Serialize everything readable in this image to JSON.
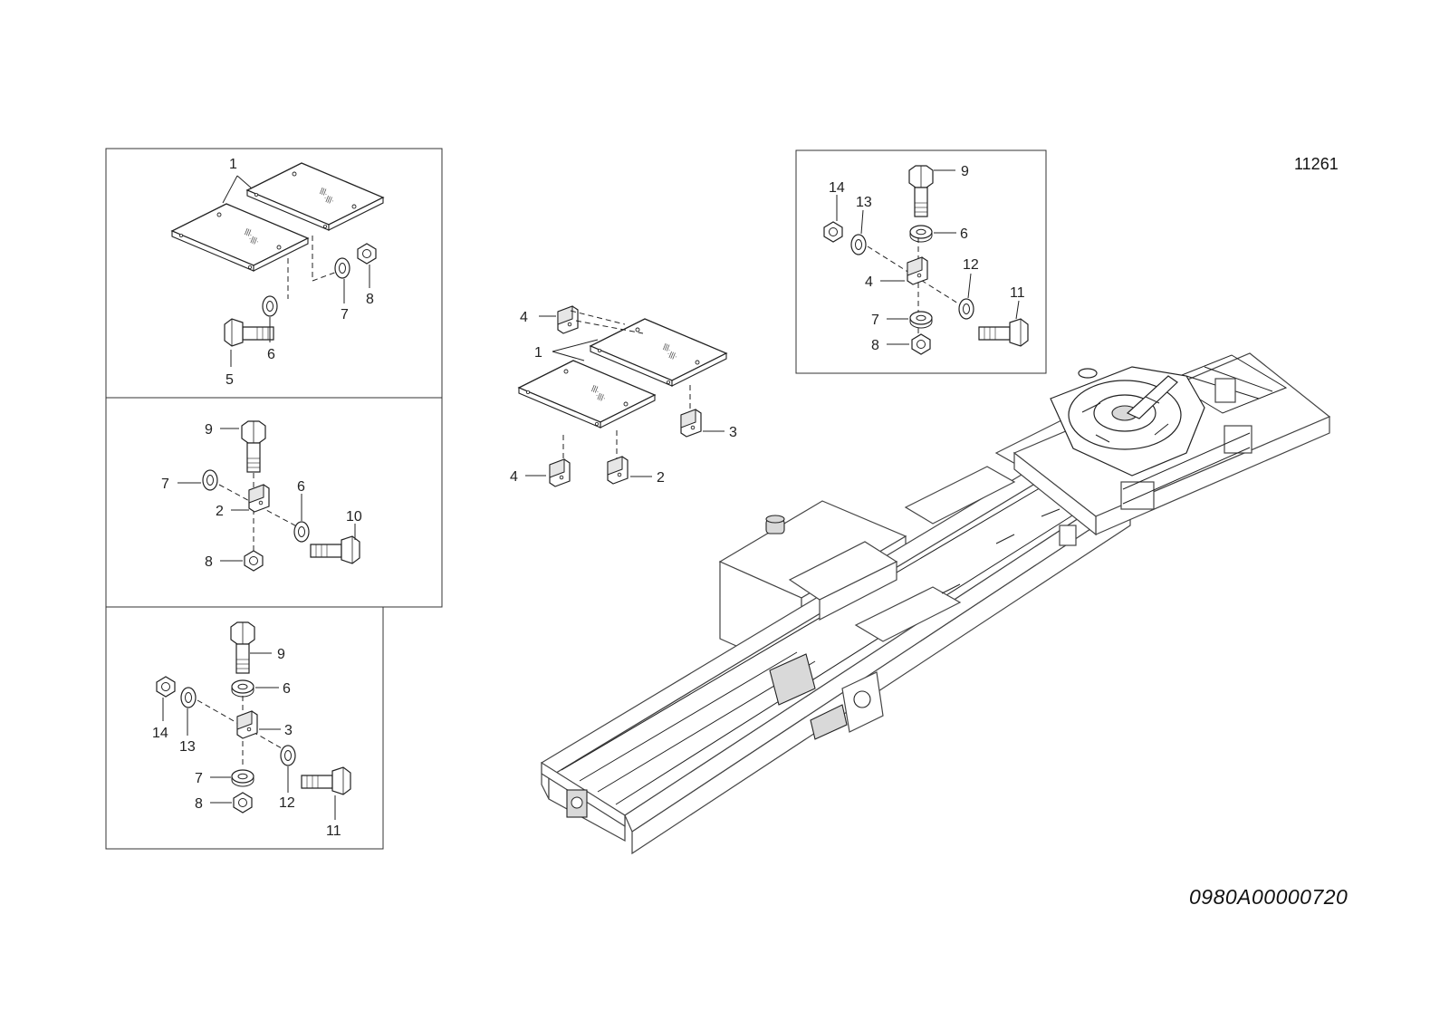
{
  "diagram": {
    "diagram_id": "11261",
    "drawing_code": "0980A00000720"
  },
  "callouts": {
    "panel_a": {
      "c1": "1",
      "c5": "5",
      "c6": "6",
      "c7": "7",
      "c8": "8"
    },
    "panel_b": {
      "c9": "9",
      "c7": "7",
      "c2": "2",
      "c6": "6",
      "c10": "10",
      "c8": "8"
    },
    "panel_c": {
      "c9": "9",
      "c6": "6",
      "c14": "14",
      "c13": "13",
      "c3": "3",
      "c7": "7",
      "c8": "8",
      "c12": "12",
      "c11": "11"
    },
    "center": {
      "c4a": "4",
      "c1": "1",
      "c3": "3",
      "c4b": "4",
      "c2": "2"
    },
    "panel_d": {
      "c9": "9",
      "c14": "14",
      "c13": "13",
      "c6": "6",
      "c4": "4",
      "c12": "12",
      "c11": "11",
      "c7": "7",
      "c8": "8"
    }
  }
}
